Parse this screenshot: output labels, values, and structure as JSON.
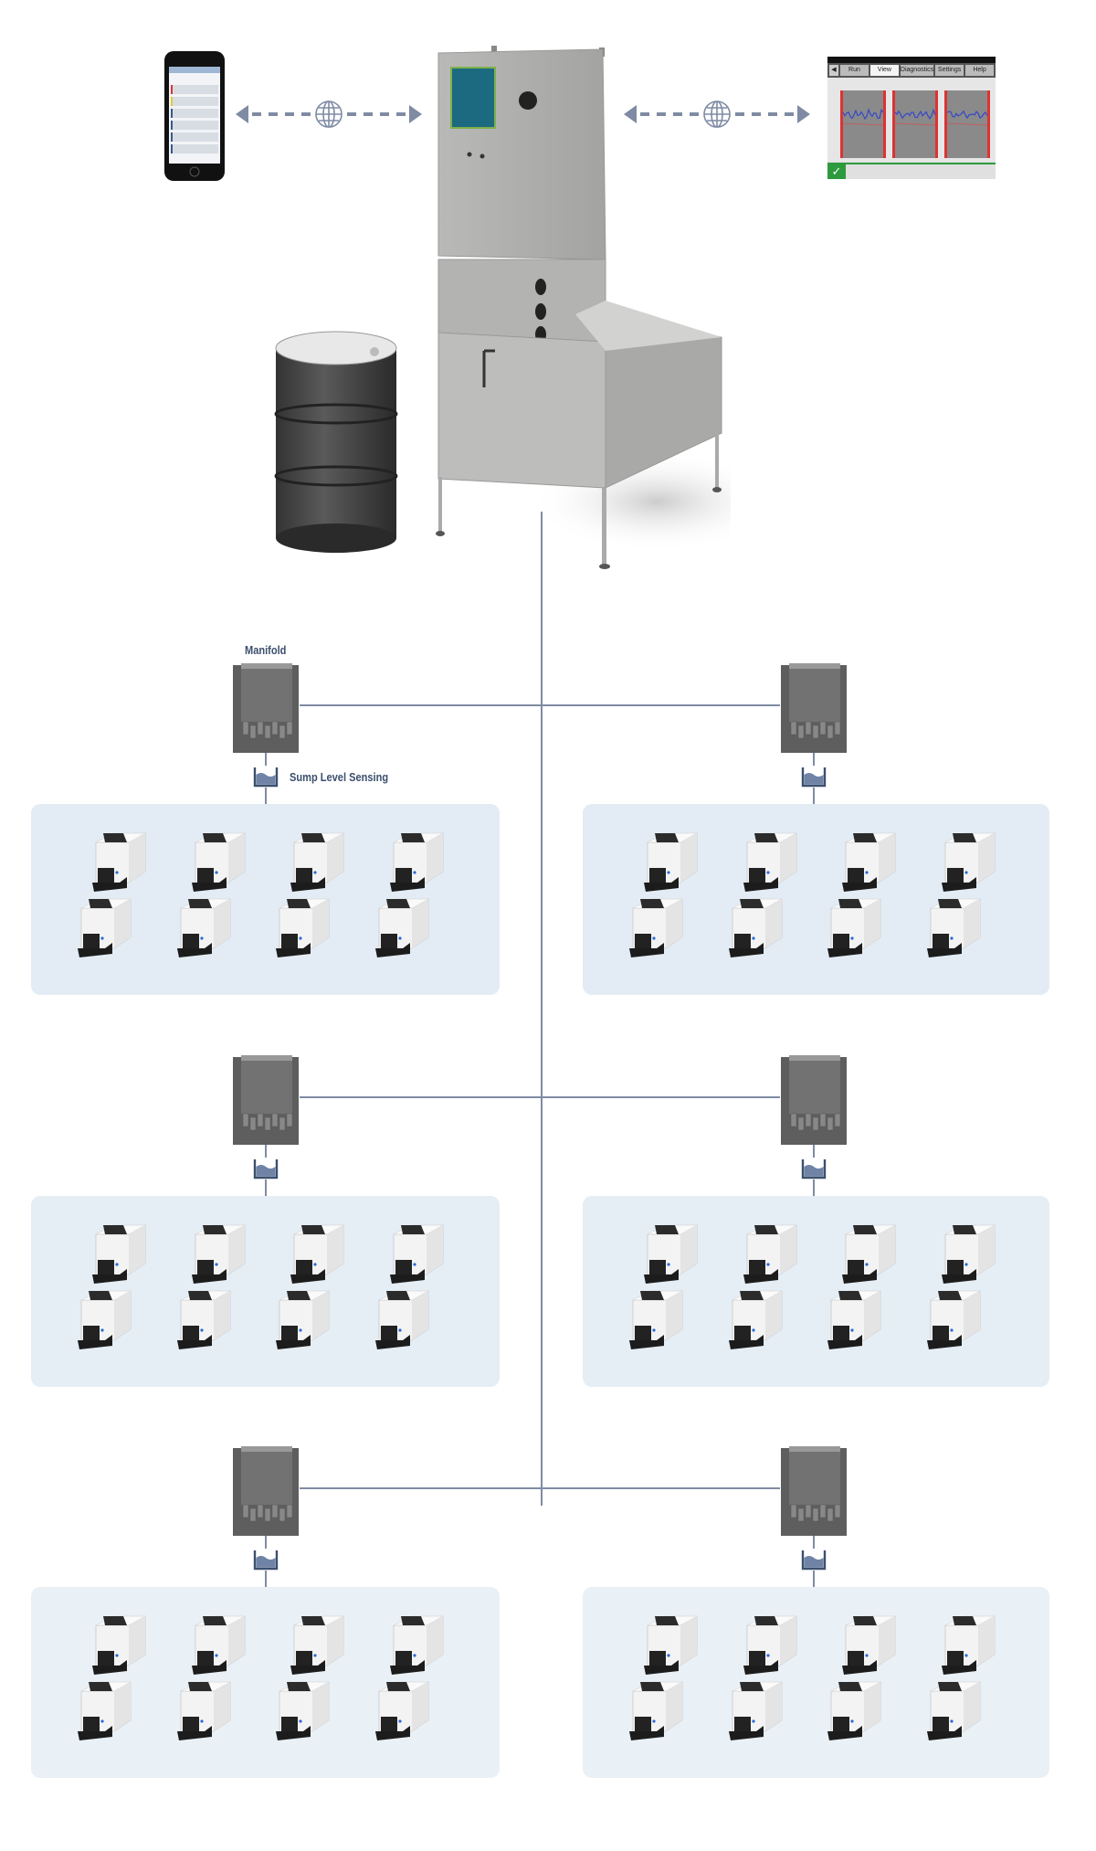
{
  "labels": {
    "manifold": "Manifold",
    "sump_level_sensing": "Sump Level Sensing"
  },
  "tablet": {
    "tabs": [
      "Run",
      "View",
      "Diagnostics",
      "Settings",
      "Help"
    ]
  },
  "colors": {
    "connector": "#7f8ba3",
    "panel_bg": "#e3ecf4",
    "label": "#3c4f6e",
    "ok_green": "#2e9a3e"
  },
  "groups": [
    {
      "side": "left",
      "row": 1,
      "machines": 8,
      "has_labels": true
    },
    {
      "side": "right",
      "row": 1,
      "machines": 8
    },
    {
      "side": "left",
      "row": 2,
      "machines": 8
    },
    {
      "side": "right",
      "row": 2,
      "machines": 8
    },
    {
      "side": "left",
      "row": 3,
      "machines": 8
    },
    {
      "side": "right",
      "row": 3,
      "machines": 8
    }
  ]
}
